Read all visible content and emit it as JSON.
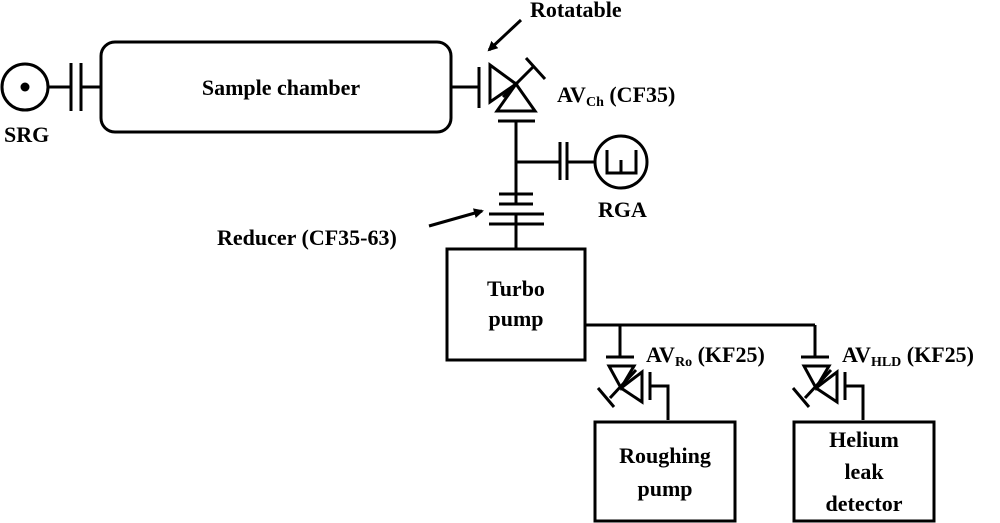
{
  "diagram": {
    "type": "vacuum-system-schematic",
    "components": {
      "srg": {
        "label": "SRG"
      },
      "sample_chamber": {
        "label": "Sample chamber"
      },
      "rotatable_note": {
        "label": "Rotatable"
      },
      "valve_chamber": {
        "prefix": "AV",
        "subscript": "Ch",
        "suffix": " (CF35)"
      },
      "rga": {
        "label": "RGA"
      },
      "reducer": {
        "label": "Reducer (CF35-63)"
      },
      "turbo_pump": {
        "line1": "Turbo",
        "line2": "pump"
      },
      "valve_roughing": {
        "prefix": "AV",
        "subscript": "Ro",
        "suffix": " (KF25)"
      },
      "valve_hld": {
        "prefix": "AV",
        "subscript": "HLD",
        "suffix": " (KF25)"
      },
      "roughing_pump": {
        "line1": "Roughing",
        "line2": "pump"
      },
      "helium_leak_detector": {
        "line1": "Helium",
        "line2": "leak",
        "line3": "detector"
      }
    },
    "connections": [
      {
        "from": "SRG",
        "to": "Sample chamber"
      },
      {
        "from": "Sample chamber",
        "to": "AV Ch"
      },
      {
        "from": "AV Ch",
        "to": "Reducer"
      },
      {
        "from": "AV Ch line",
        "to": "RGA"
      },
      {
        "from": "Reducer",
        "to": "Turbo pump"
      },
      {
        "from": "Turbo pump",
        "to": "AV Ro"
      },
      {
        "from": "Turbo pump",
        "to": "AV HLD"
      },
      {
        "from": "AV Ro",
        "to": "Roughing pump"
      },
      {
        "from": "AV HLD",
        "to": "Helium leak detector"
      }
    ]
  }
}
